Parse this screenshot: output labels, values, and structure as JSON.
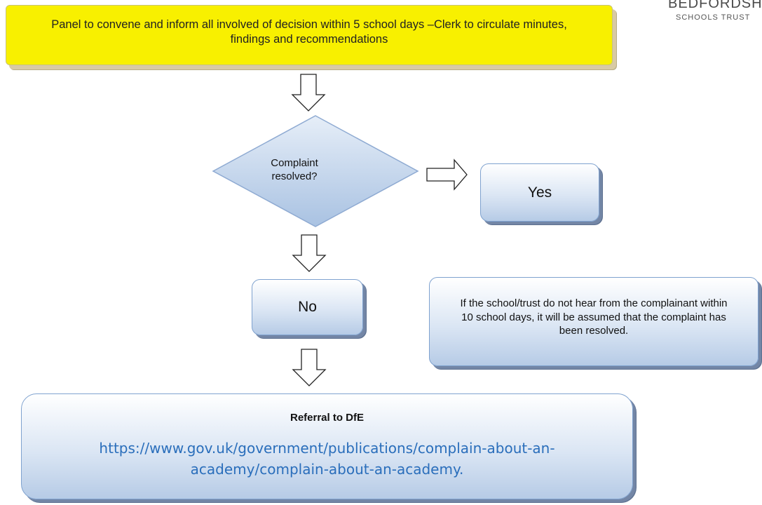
{
  "logo": {
    "line1": "BEDFORDSHI",
    "line2": "SCHOOLS TRUST"
  },
  "panel_box": {
    "text": "Panel to convene and inform all involved of decision within 5 school days –Clerk to circulate minutes, findings and recommendations"
  },
  "decision": {
    "label": "Complaint resolved?"
  },
  "yes_box": {
    "label": "Yes"
  },
  "no_box": {
    "label": "No"
  },
  "info_box": {
    "text": "If the school/trust do not hear from the complainant within 10 school days, it will be assumed that the complaint has been resolved."
  },
  "referral_box": {
    "title": "Referral to DfE",
    "link": "https://www.gov.uk/government/publications/complain-about-an-academy/complain-about-an-academy."
  },
  "colors": {
    "panel_fill": "#f8f000",
    "box_border": "#7fa2cf",
    "link": "#2a6ebb",
    "diamond_fill": "#bcd0ea"
  }
}
